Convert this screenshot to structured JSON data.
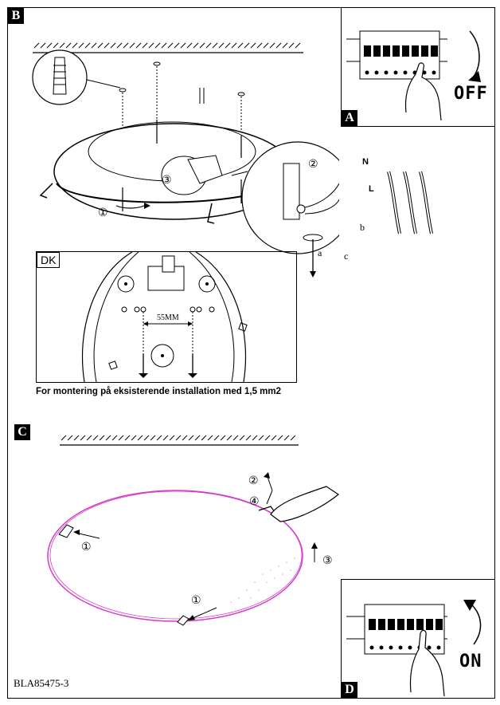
{
  "steps": {
    "b": "B",
    "a": "A",
    "c": "C",
    "d": "D"
  },
  "switch_off_label": "OFF",
  "switch_on_label": "ON",
  "dk_label": "DK",
  "dimension_label": "55MM",
  "caption": "For montering på eksisterende installation med 1,5 mm2",
  "doc_code": "BLA85475-3",
  "wire_labels": {
    "n": "N",
    "l": "L"
  },
  "tool_labels": {
    "a": "a",
    "b": "b",
    "c": "c"
  },
  "callouts": {
    "one": "①",
    "two": "②",
    "three": "③",
    "four": "④"
  },
  "colors": {
    "lamp_outline": "#d63cc9",
    "line": "#000000"
  }
}
